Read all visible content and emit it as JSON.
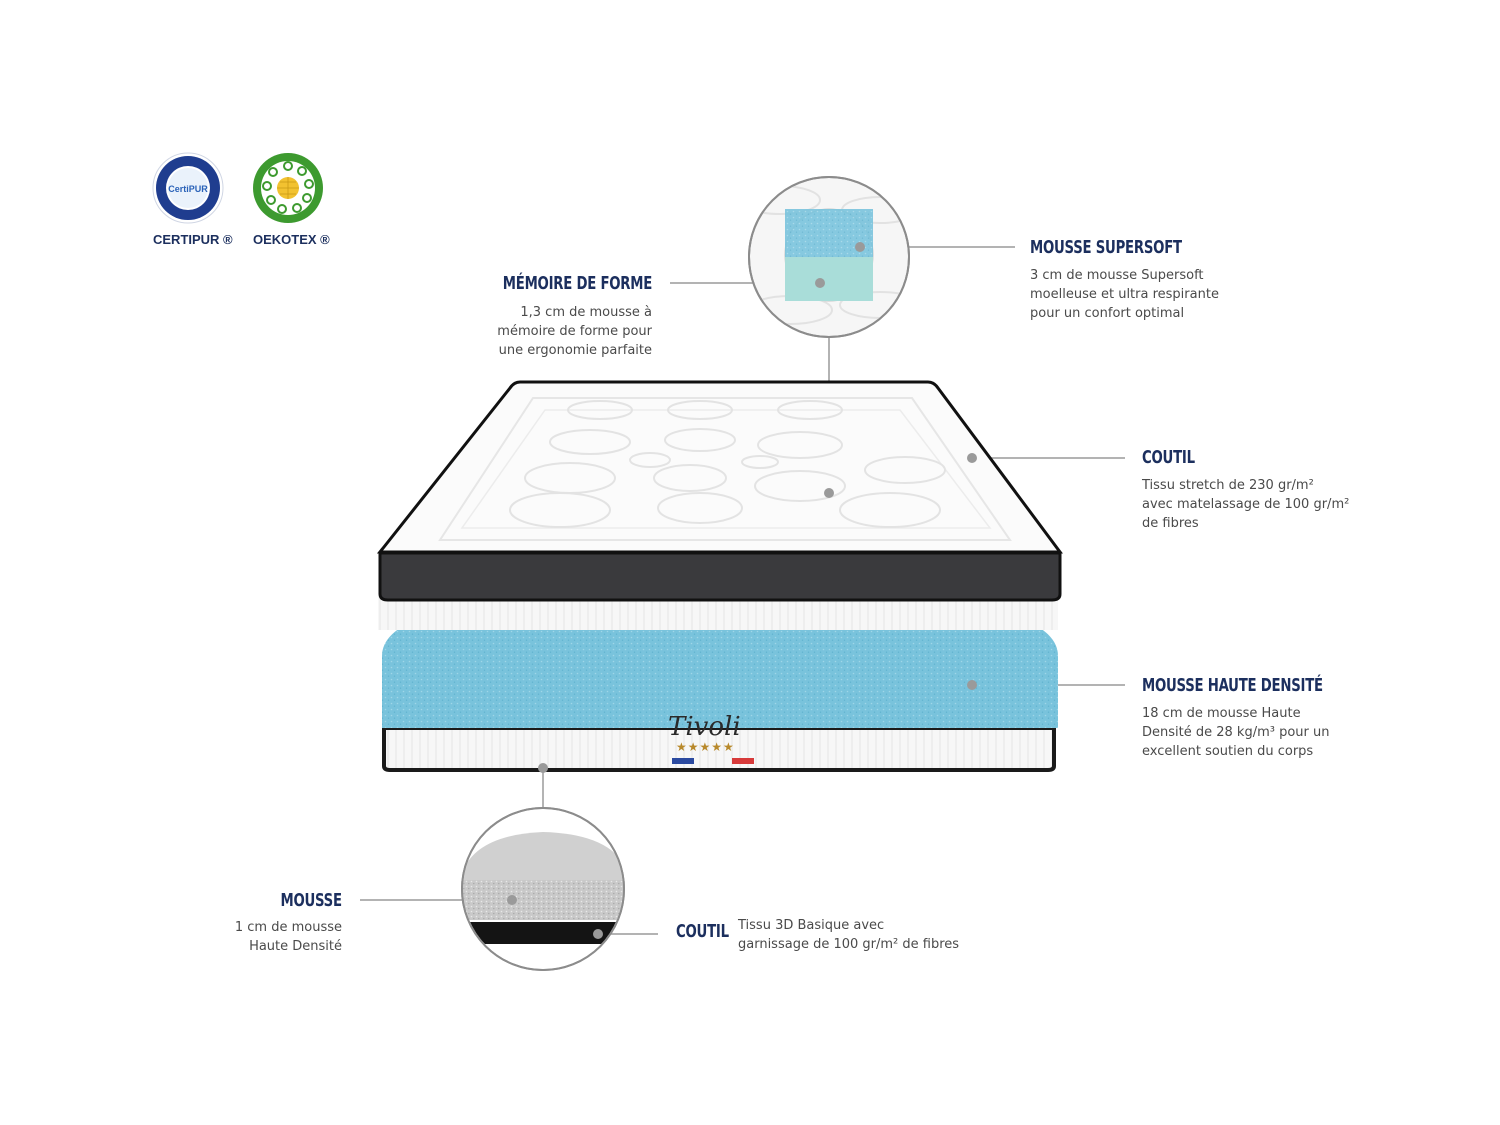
{
  "certifications": [
    {
      "label": "CERTIPUR ®",
      "badge_text": "CertiPUR"
    },
    {
      "label": "OEKOTEX ®"
    }
  ],
  "callouts": {
    "memoire": {
      "title": "MÉMOIRE DE FORME",
      "lines": [
        "1,3 cm de mousse à",
        "mémoire de forme pour",
        "une ergonomie parfaite"
      ]
    },
    "supersoft": {
      "title": "MOUSSE SUPERSOFT",
      "lines": [
        "3 cm de mousse Supersoft",
        "moelleuse et ultra respirante",
        "pour un confort optimal"
      ]
    },
    "coutil_top": {
      "title": "COUTIL",
      "lines": [
        "Tissu stretch de 230 gr/m²",
        "avec matelassage de 100 gr/m²",
        "de fibres"
      ]
    },
    "haute_densite": {
      "title": "MOUSSE HAUTE DENSITÉ",
      "lines": [
        "18 cm de mousse Haute",
        "Densité de 28 kg/m³ pour un",
        "excellent soutien du corps"
      ]
    },
    "mousse_bottom": {
      "title": "MOUSSE",
      "lines": [
        "1 cm de mousse",
        "Haute Densité"
      ]
    },
    "coutil_bottom": {
      "title": "COUTIL",
      "lines": [
        "Tissu 3D Basique avec",
        "garnissage de 100 gr/m² de fibres"
      ]
    }
  },
  "brand": {
    "name": "Tivoli",
    "stars": "★★★★★"
  },
  "colors": {
    "title": "#1c2f5e",
    "foam_blue": "#7cc4dc",
    "leader_line": "#9a9a9a",
    "oekotex_green": "#3d9a2f"
  }
}
